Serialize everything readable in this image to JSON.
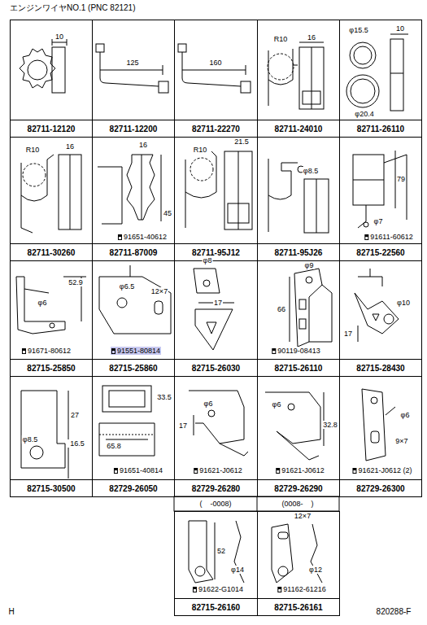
{
  "diagram": {
    "title": "エンジンワイヤNO.1 (PNC 82121)",
    "nodes": [
      {
        "text": [
          "82711-12120"
        ]
      },
      {
        "text": [
          "82711-12200"
        ]
      },
      {
        "text": [
          "82711-22270"
        ]
      },
      {
        "text": [
          "82711-24010"
        ]
      },
      {
        "text": [
          "82711-26110"
        ]
      },
      {
        "text": [
          "82711-30260"
        ]
      },
      {
        "text": [
          "82711-87009"
        ]
      },
      {
        "text": [
          "82711-95J12"
        ]
      },
      {
        "text": [
          "82711-95J26"
        ]
      },
      {
        "text": [
          "82715-22560"
        ]
      },
      {
        "text": [
          "82715-25850"
        ]
      },
      {
        "text": [
          "82715-25860"
        ]
      },
      {
        "text": [
          "82715-26030"
        ]
      },
      {
        "text": [
          "82715-26110"
        ]
      },
      {
        "text": [
          "82715-28430"
        ]
      },
      {
        "text": [
          "82715-30500"
        ]
      },
      {
        "text": [
          "82729-26050"
        ]
      },
      {
        "text": [
          "82729-26280"
        ]
      },
      {
        "text": [
          "82729-26290"
        ]
      },
      {
        "text": [
          "82729-26300"
        ]
      },
      {
        "text": [
          "82715-26160"
        ]
      },
      {
        "text": [
          "82715-26161"
        ]
      }
    ],
    "labels": [
      "10",
      "125",
      "160",
      "R10",
      "16",
      "φ15.5",
      "10",
      "φ20.4",
      "R10",
      "16",
      "16",
      "45",
      "91651-40612",
      "R10",
      "21.5",
      "φ8.5",
      "79",
      "φ7",
      "91611-60612",
      "52.9",
      "φ6",
      "91671-80612",
      "φ6.5",
      "12×7",
      "91551-80814",
      "φ8",
      "17",
      "φ9",
      "66",
      "90119-08413",
      "φ10",
      "17",
      "27",
      "φ8.5",
      "16.5",
      "33.5",
      "65.8",
      "91651-40814",
      "φ6",
      "17",
      "91621-J0612",
      "φ6",
      "32.8",
      "91621-J0612",
      "φ6",
      "9×7",
      "91621-J0612 (2)",
      "(    -0008)",
      "52",
      "φ14",
      "91622-G1014",
      "(0008-    )",
      "12×7",
      "φ12",
      "91162-61216",
      "H",
      "820288-F"
    ]
  }
}
